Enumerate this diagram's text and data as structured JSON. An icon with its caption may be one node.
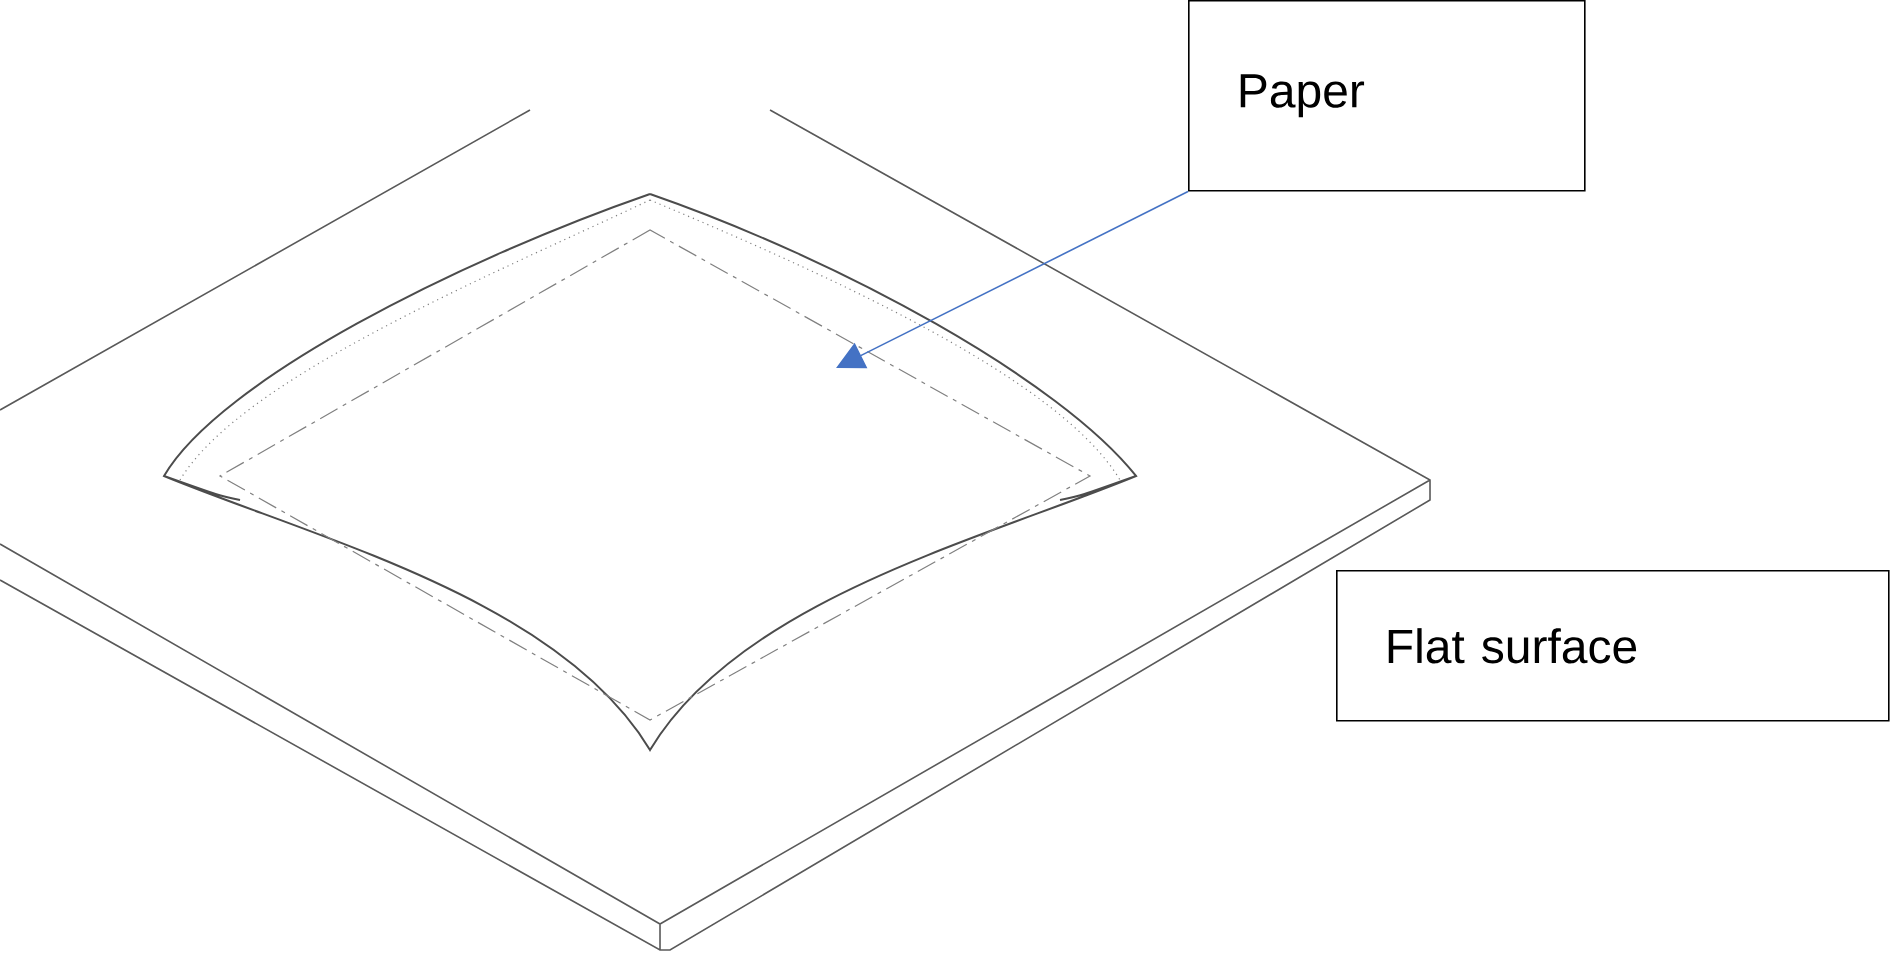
{
  "diagram": {
    "nodes": [
      {
        "text": [
          "Paper"
        ]
      },
      {
        "text": [
          "Flat surface"
        ]
      },
      {
        "text": [],
        "shape": "picture"
      }
    ],
    "edges": [
      {
        "from": 0,
        "to": 2,
        "arrow": "to",
        "color": "#4472c4"
      }
    ]
  }
}
